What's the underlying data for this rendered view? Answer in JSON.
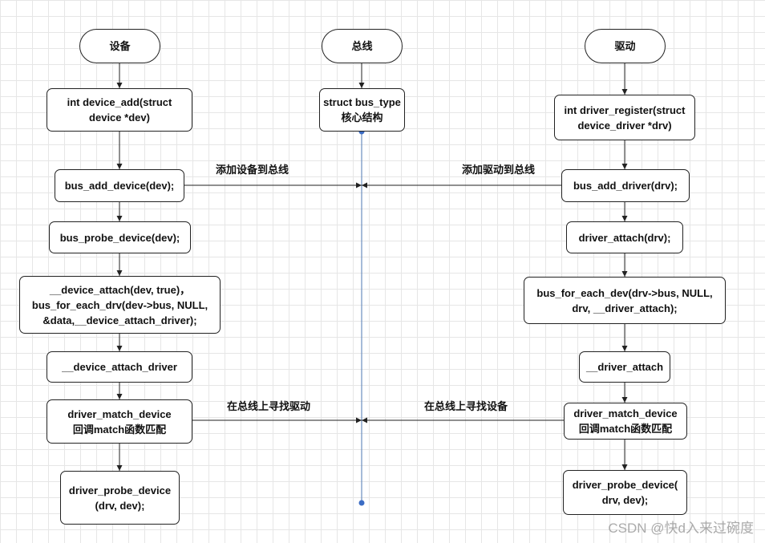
{
  "columns": {
    "device": "设备",
    "bus": "总线",
    "driver": "驱动"
  },
  "device_steps": {
    "device_add": [
      "int device_add(struct",
      "device *dev)"
    ],
    "bus_add_device": [
      "bus_add_device(dev);"
    ],
    "bus_probe_device": [
      "bus_probe_device(dev);"
    ],
    "device_attach": [
      "__device_attach(dev, true)，",
      "bus_for_each_drv(dev->bus, NULL,",
      "&data,__device_attach_driver);"
    ],
    "device_attach_driver": [
      "__device_attach_driver"
    ],
    "driver_match_device": [
      "driver_match_device",
      "回调match函数匹配"
    ],
    "driver_probe_device": [
      "driver_probe_device",
      "(drv, dev);"
    ]
  },
  "bus_steps": {
    "bus_type": [
      "struct bus_type",
      "核心结构"
    ]
  },
  "driver_steps": {
    "driver_register": [
      "int driver_register(struct",
      "device_driver *drv)"
    ],
    "bus_add_driver": [
      "bus_add_driver(drv);"
    ],
    "driver_attach": [
      "driver_attach(drv);"
    ],
    "bus_for_each_dev": [
      "bus_for_each_dev(drv->bus, NULL,",
      "drv, __driver_attach);"
    ],
    "driver_attach_inner": [
      "__driver_attach"
    ],
    "driver_match_device": [
      "driver_match_device",
      "回调match函数匹配"
    ],
    "driver_probe_device": [
      "driver_probe_device(",
      "drv, dev);"
    ]
  },
  "edge_labels": {
    "add_device_to_bus": "添加设备到总线",
    "add_driver_to_bus": "添加驱动到总线",
    "find_driver_on_bus": "在总线上寻找驱动",
    "find_device_on_bus": "在总线上寻找设备"
  },
  "watermark": "CSDN @快d入来过碗度",
  "colors": {
    "line": "#222222",
    "bus_line": "#6c8ebf",
    "bus_dot": "#3b6cc4",
    "grid": "#e6e6e6"
  }
}
